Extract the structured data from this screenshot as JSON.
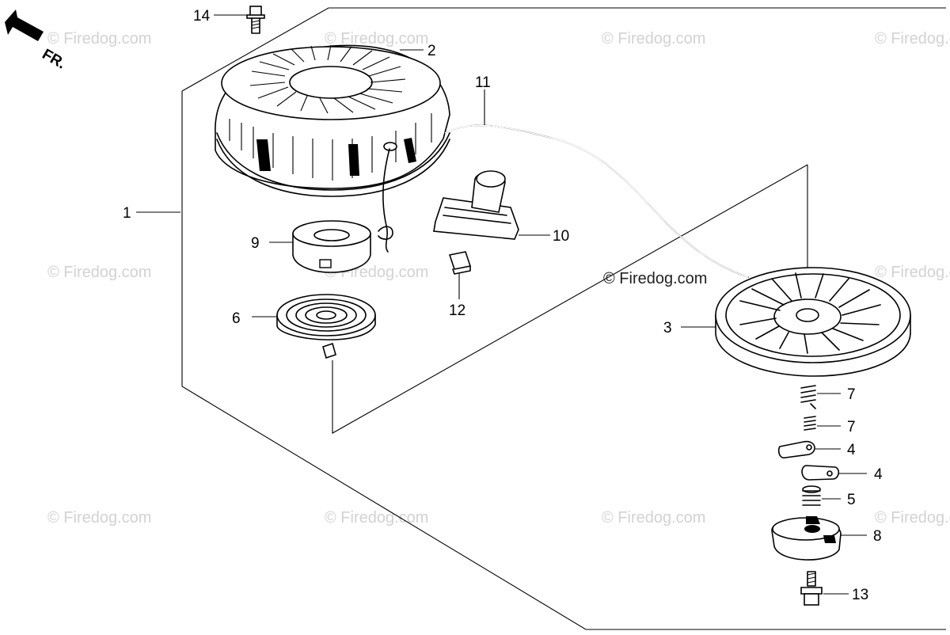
{
  "direction_label": "FR.",
  "watermark_text": "© Firedog.com",
  "callouts": {
    "c1": "1",
    "c2": "2",
    "c3": "3",
    "c4a": "4",
    "c4b": "4",
    "c5": "5",
    "c6": "6",
    "c7a": "7",
    "c7b": "7",
    "c8": "8",
    "c9": "9",
    "c10": "10",
    "c11": "11",
    "c12": "12",
    "c13": "13",
    "c14": "14"
  },
  "colors": {
    "ink": "#000000",
    "watermark": "#d2d2d2",
    "background": "#ffffff"
  }
}
